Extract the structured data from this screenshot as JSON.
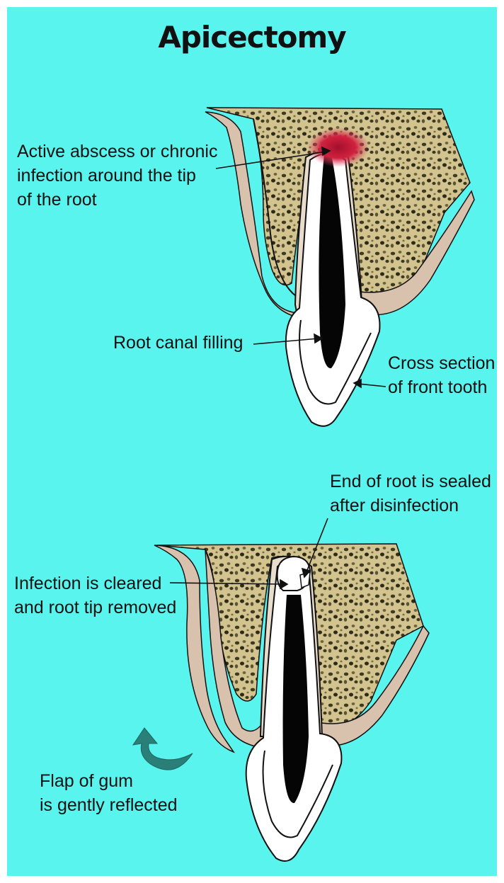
{
  "title": "Apicectomy",
  "labels": {
    "abscess": [
      "Active abscess or chronic",
      "infection around the tip",
      "of the root"
    ],
    "root_canal": [
      "Root canal filling"
    ],
    "cross_section": [
      "Cross section",
      "of front tooth"
    ],
    "sealed": [
      "End of root is sealed",
      "after disinfection"
    ],
    "cleared": [
      "Infection is cleared",
      "and root tip removed"
    ],
    "flap": [
      "Flap of gum",
      "is gently reflected"
    ]
  },
  "colors": {
    "background": "#5af4ee",
    "bone": "#d3c48f",
    "gum": "#d9c2ad",
    "infection": "#d0213f",
    "arrow": "#2a7f79"
  }
}
